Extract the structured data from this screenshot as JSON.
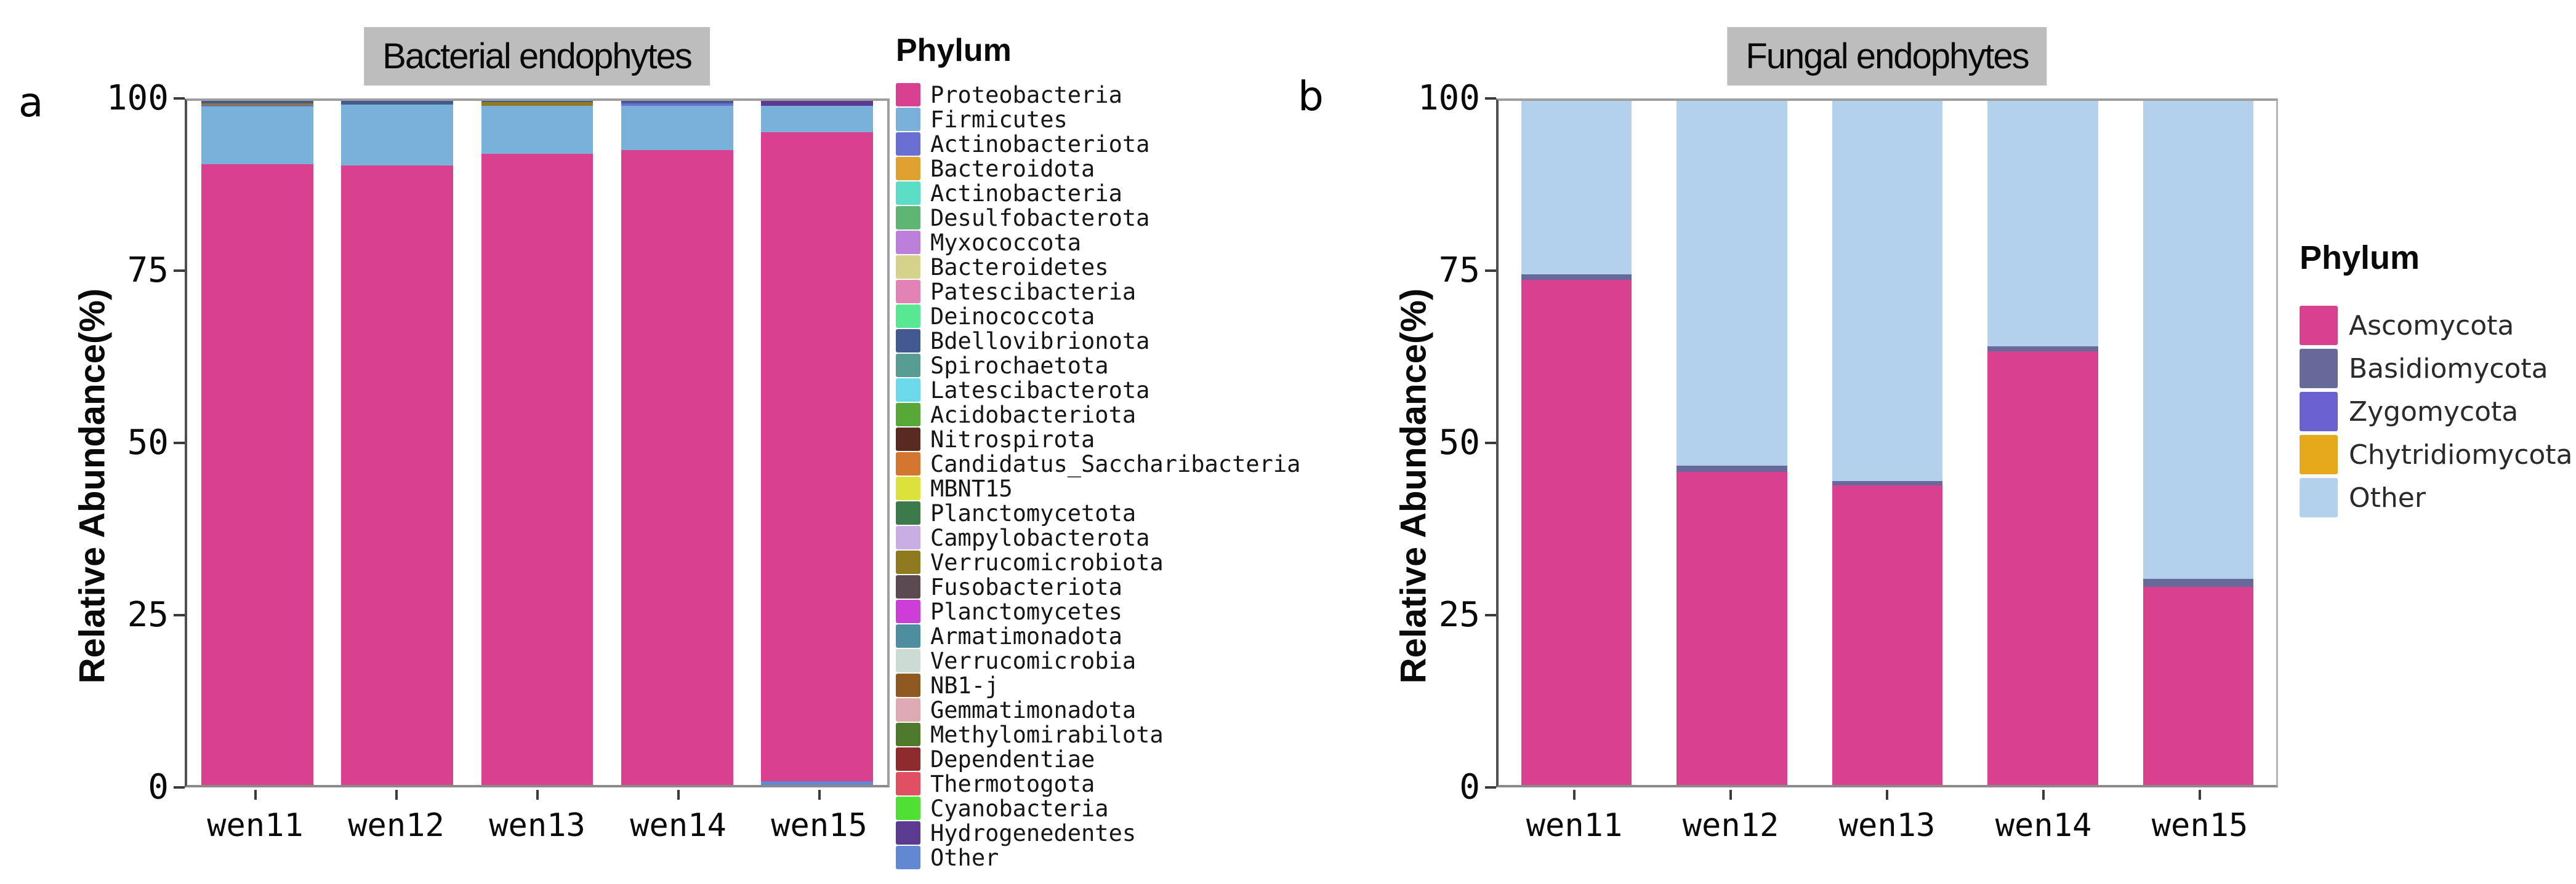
{
  "figure": {
    "background": "#ffffff",
    "panel_title_background": "#bdbdbd",
    "axis_color": "#3a3a3a",
    "panel_border_color": "#9e9e9e"
  },
  "chart_data": [
    {
      "type": "bar",
      "stacked": true,
      "panel_letter": "a",
      "title": "Bacterial endophytes",
      "xlabel": "",
      "ylabel": "Relative Abundance(%)",
      "ylim": [
        0,
        100
      ],
      "yticks": [
        0,
        25,
        50,
        75,
        100
      ],
      "grid": false,
      "legend_position": "right",
      "legend_title": "Phylum",
      "categories": [
        "wen11",
        "wen12",
        "wen13",
        "wen14",
        "wen15"
      ],
      "legend": [
        {
          "label": "Proteobacteria",
          "color": "#d9418f"
        },
        {
          "label": "Firmicutes",
          "color": "#79b1da"
        },
        {
          "label": "Actinobacteriota",
          "color": "#6a6fd4"
        },
        {
          "label": "Bacteroidota",
          "color": "#e0a22f"
        },
        {
          "label": "Actinobacteria",
          "color": "#5cdec6"
        },
        {
          "label": "Desulfobacterota",
          "color": "#5fb573"
        },
        {
          "label": "Myxococcota",
          "color": "#bd80da"
        },
        {
          "label": "Bacteroidetes",
          "color": "#d5d28c"
        },
        {
          "label": "Patescibacteria",
          "color": "#e383b5"
        },
        {
          "label": "Deinococcota",
          "color": "#58e793"
        },
        {
          "label": "Bdellovibrionota",
          "color": "#44598f"
        },
        {
          "label": "Spirochaetota",
          "color": "#579d94"
        },
        {
          "label": "Latescibacterota",
          "color": "#6cd9ea"
        },
        {
          "label": "Acidobacteriota",
          "color": "#57a839"
        },
        {
          "label": "Nitrospirota",
          "color": "#582a20"
        },
        {
          "label": "Candidatus_Saccharibacteria",
          "color": "#d4762f"
        },
        {
          "label": "MBNT15",
          "color": "#dde13b"
        },
        {
          "label": "Planctomycetota",
          "color": "#3d7a4a"
        },
        {
          "label": "Campylobacterota",
          "color": "#c9aee4"
        },
        {
          "label": "Verrucomicrobiota",
          "color": "#8f7a1f"
        },
        {
          "label": "Fusobacteriota",
          "color": "#5c4a52"
        },
        {
          "label": "Planctomycetes",
          "color": "#cb3fd8"
        },
        {
          "label": "Armatimonadota",
          "color": "#4f8da0"
        },
        {
          "label": "Verrucomicrobia",
          "color": "#ccdcd4"
        },
        {
          "label": "NB1-j",
          "color": "#8f5a22"
        },
        {
          "label": "Gemmatimonadota",
          "color": "#dcaab0"
        },
        {
          "label": "Methylomirabilota",
          "color": "#4f7a2b"
        },
        {
          "label": "Dependentiae",
          "color": "#8f2a2e"
        },
        {
          "label": "Thermotogota",
          "color": "#e05062"
        },
        {
          "label": "Cyanobacteria",
          "color": "#4fe033"
        },
        {
          "label": "Hydrogenedentes",
          "color": "#5b3a92"
        },
        {
          "label": "Other",
          "color": "#6288d4"
        }
      ],
      "bars": [
        {
          "category": "wen11",
          "segments": [
            [
              "Proteobacteria",
              90.7
            ],
            [
              "Firmicutes",
              8.45
            ],
            [
              "Actinobacteriota",
              0.2
            ],
            [
              "Verrucomicrobiota",
              0.3
            ],
            [
              "Bdellovibrionota",
              0.35
            ]
          ]
        },
        {
          "category": "wen12",
          "segments": [
            [
              "Proteobacteria",
              90.6
            ],
            [
              "Firmicutes",
              8.9
            ],
            [
              "Bdellovibrionota",
              0.5
            ]
          ]
        },
        {
          "category": "wen13",
          "segments": [
            [
              "Proteobacteria",
              92.3
            ],
            [
              "Firmicutes",
              7.0
            ],
            [
              "Verrucomicrobiota",
              0.5
            ],
            [
              "Bdellovibrionota",
              0.2
            ]
          ]
        },
        {
          "category": "wen14",
          "segments": [
            [
              "Proteobacteria",
              92.8
            ],
            [
              "Firmicutes",
              6.5
            ],
            [
              "Actinobacteriota",
              0.3
            ],
            [
              "Bdellovibrionota",
              0.4
            ]
          ]
        },
        {
          "category": "wen15",
          "segments": [
            [
              "Other",
              0.5
            ],
            [
              "Proteobacteria",
              94.9
            ],
            [
              "Firmicutes",
              3.9
            ],
            [
              "Hydrogenedentes",
              0.7
            ]
          ]
        }
      ]
    },
    {
      "type": "bar",
      "stacked": true,
      "panel_letter": "b",
      "title": "Fungal endophytes",
      "xlabel": "",
      "ylabel": "Relative Abundance(%)",
      "ylim": [
        0,
        100
      ],
      "yticks": [
        0,
        25,
        50,
        75,
        100
      ],
      "grid": false,
      "legend_position": "right",
      "legend_title": "Phylum",
      "categories": [
        "wen11",
        "wen12",
        "wen13",
        "wen14",
        "wen15"
      ],
      "legend": [
        {
          "label": "Ascomycota",
          "color": "#d9418f"
        },
        {
          "label": "Basidiomycota",
          "color": "#68699b"
        },
        {
          "label": "Zygomycota",
          "color": "#6a62d0"
        },
        {
          "label": "Chytridiomycota",
          "color": "#e6a91c"
        },
        {
          "label": "Other",
          "color": "#b3d0ec"
        }
      ],
      "bars": [
        {
          "category": "wen11",
          "segments": [
            [
              "Ascomycota",
              73.8
            ],
            [
              "Basidiomycota",
              0.8
            ],
            [
              "Other",
              25.4
            ]
          ]
        },
        {
          "category": "wen12",
          "segments": [
            [
              "Ascomycota",
              45.8
            ],
            [
              "Basidiomycota",
              0.9
            ],
            [
              "Other",
              53.3
            ]
          ]
        },
        {
          "category": "wen13",
          "segments": [
            [
              "Ascomycota",
              43.8
            ],
            [
              "Basidiomycota",
              0.6
            ],
            [
              "Other",
              55.6
            ]
          ]
        },
        {
          "category": "wen14",
          "segments": [
            [
              "Ascomycota",
              63.4
            ],
            [
              "Basidiomycota",
              0.7
            ],
            [
              "Other",
              35.9
            ]
          ]
        },
        {
          "category": "wen15",
          "segments": [
            [
              "Ascomycota",
              29.0
            ],
            [
              "Basidiomycota",
              1.1
            ],
            [
              "Other",
              69.9
            ]
          ]
        }
      ]
    }
  ]
}
